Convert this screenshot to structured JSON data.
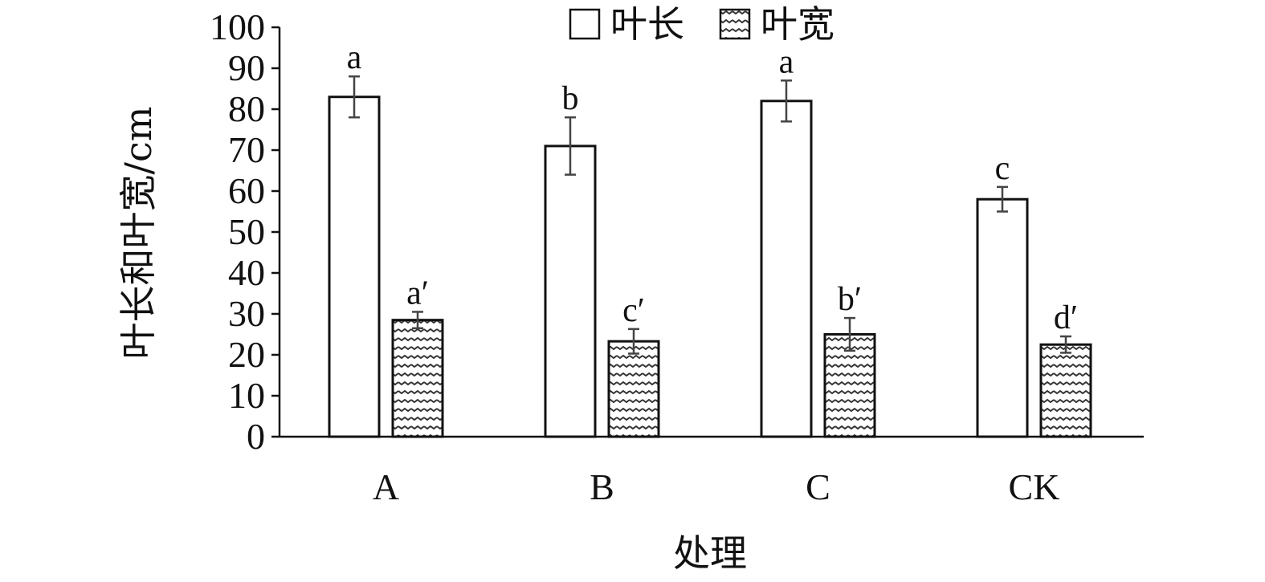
{
  "chart_data": {
    "type": "bar",
    "ylabel": "叶长和叶宽/cm",
    "xlabel": "处理",
    "ylim": [
      0,
      100
    ],
    "yticks": [
      0,
      10,
      20,
      30,
      40,
      50,
      60,
      70,
      80,
      90,
      100
    ],
    "categories": [
      "A",
      "B",
      "C",
      "CK"
    ],
    "legend_position": "top-center",
    "series": [
      {
        "name": "叶长",
        "pattern": "white",
        "values": [
          83,
          71,
          82,
          58
        ],
        "errors": [
          5,
          7,
          5,
          3
        ],
        "letters": [
          "a",
          "b",
          "a",
          "c"
        ]
      },
      {
        "name": "叶宽",
        "pattern": "wave",
        "values": [
          28.5,
          23.3,
          25,
          22.5
        ],
        "errors": [
          2,
          3,
          4,
          2
        ],
        "letters": [
          "a′",
          "c′",
          "b′",
          "d′"
        ]
      }
    ],
    "colors": {
      "axis": "#111111",
      "bar_fill": "#ffffff",
      "error_bar": "#444444"
    }
  }
}
